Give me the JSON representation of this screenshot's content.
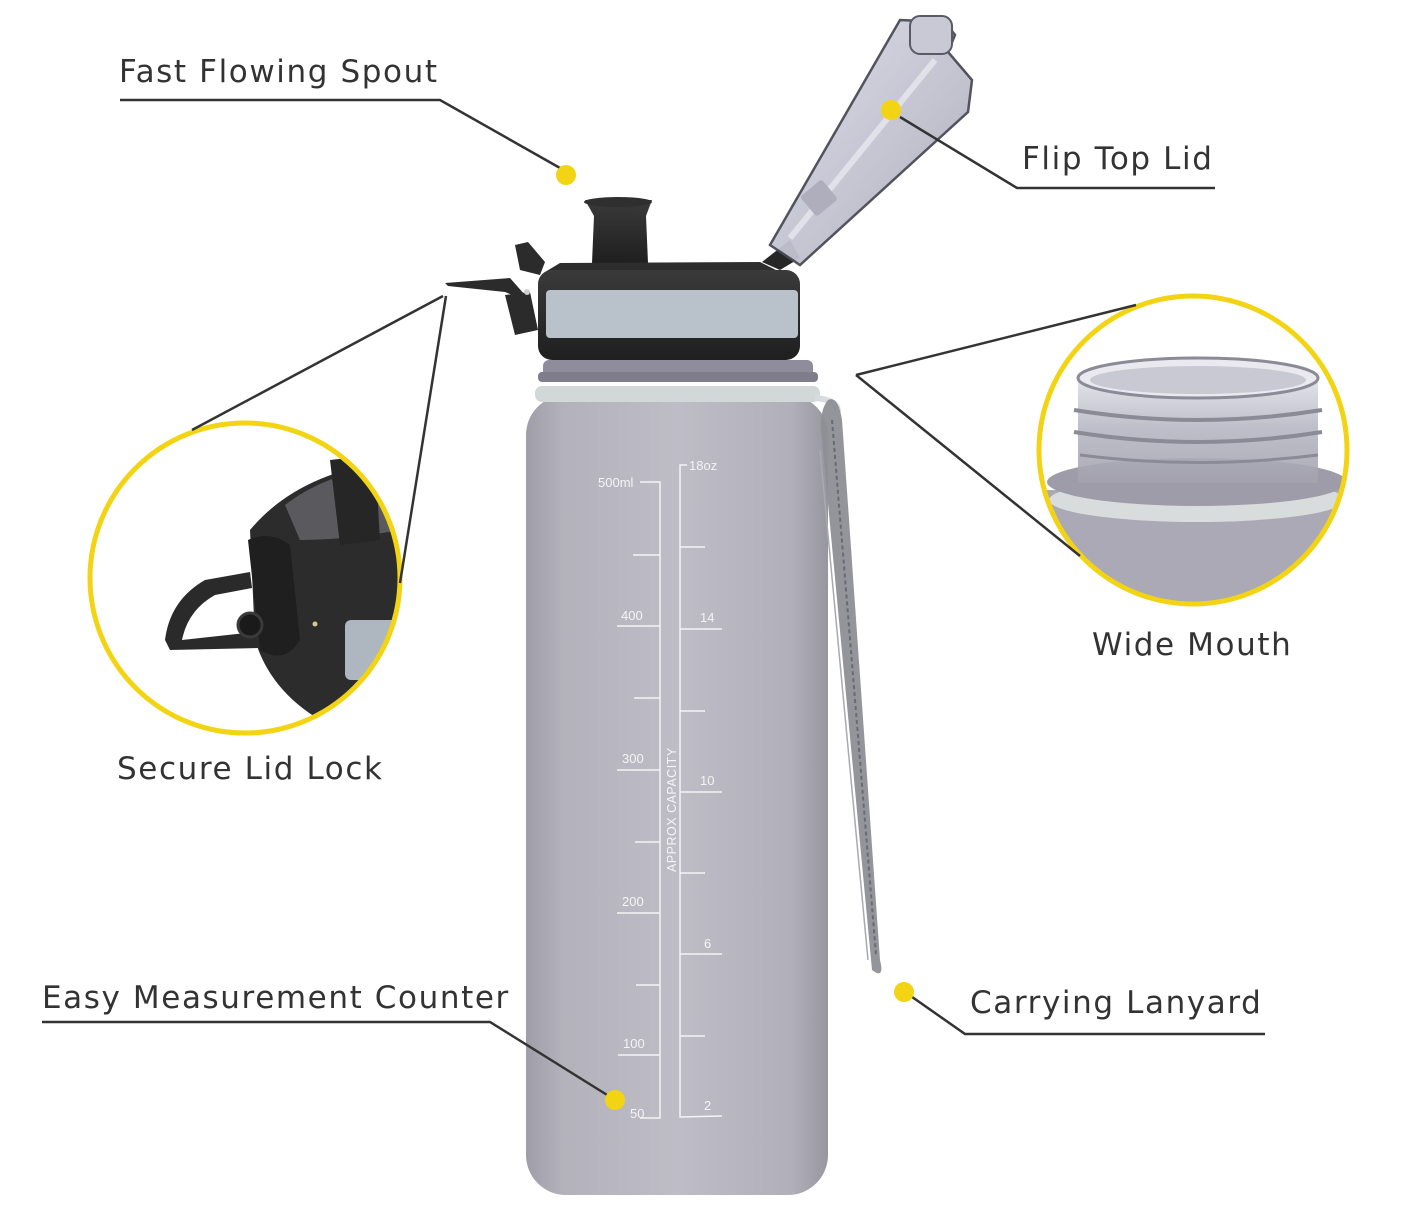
{
  "colors": {
    "accent_yellow": "#f2d414",
    "leader_line": "#333333",
    "label_text": "#333333",
    "bottle_body": "#b6b5bd",
    "cap_black": "#2a2a2a",
    "cap_band": "#b9c2cb",
    "markings": "#f4f4f6"
  },
  "callouts": [
    {
      "id": "spout",
      "label": "Fast Flowing Spout"
    },
    {
      "id": "flip-lid",
      "label": "Flip Top Lid"
    },
    {
      "id": "lid-lock",
      "label": "Secure Lid Lock"
    },
    {
      "id": "wide-mouth",
      "label": "Wide Mouth"
    },
    {
      "id": "measurement",
      "label": "Easy Measurement Counter"
    },
    {
      "id": "lanyard",
      "label": "Carrying Lanyard"
    }
  ],
  "bottle": {
    "ml_scale": {
      "top_label": "500ml",
      "labels": [
        "400",
        "300",
        "200",
        "100",
        "50"
      ]
    },
    "oz_scale": {
      "top_label": "18oz",
      "labels": [
        "14",
        "10",
        "6",
        "2"
      ]
    },
    "vertical_text": "APPROX CAPACITY"
  }
}
